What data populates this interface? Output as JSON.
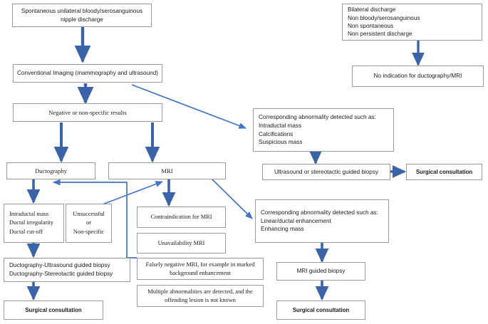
{
  "diagram": {
    "title": "Nipple discharge imaging workup flowchart",
    "colors": {
      "arrow": "#4472C4",
      "arrow_dark": "#3A63A8",
      "box_border": "#9a9a9a",
      "background": "#ffffff",
      "text": "#1a1a1a"
    }
  },
  "nodes": {
    "spontaneous_discharge": {
      "lines": [
        "Spontaneous unilateral bloody/serosanguinous",
        "nipple discharge"
      ]
    },
    "bilateral_discharge": {
      "lines": [
        "Bilateral discharge",
        "Non bloody/serosanguinous",
        "Non spontaneous",
        "Non persistent discharge"
      ]
    },
    "conventional_imaging": {
      "lines": [
        "Conventional Imaging (mammography and ultrasound)"
      ]
    },
    "no_indication": {
      "lines": [
        "No indication for ductography/MRI"
      ]
    },
    "negative_results": {
      "lines": [
        "Negative or non-specific results"
      ]
    },
    "corresponding_abnormality_conventional": {
      "lines": [
        "Corresponding abnormality detected such as:",
        "Intraductal mass",
        "Calcifications",
        "Suspicious mass"
      ]
    },
    "ductography": {
      "lines": [
        "Ductography"
      ]
    },
    "mri": {
      "lines": [
        "MRI"
      ]
    },
    "us_stereotactic_biopsy": {
      "lines": [
        "Ultrasound or stereotactic guided biopsy"
      ]
    },
    "surgical_consultation_right_top": {
      "lines": [
        "Surgical consultation"
      ]
    },
    "intraductal_findings": {
      "lines": [
        "Intraductal mass",
        "Ductal irregularity",
        "Ductal cut-off"
      ]
    },
    "unsuccessful": {
      "lines": [
        "Unsuccessful",
        "or",
        "Non-specific"
      ]
    },
    "contraindication_mri": {
      "lines": [
        "Contraindication for MRI"
      ]
    },
    "unavailability_mri": {
      "lines": [
        "Unavailability MRI"
      ]
    },
    "falsely_negative_mri": {
      "lines": [
        "Falsely negative MRI, for example in marked",
        "background enhancement"
      ]
    },
    "multiple_abnormalities": {
      "lines": [
        "Multiple abnormalities are detected, and the",
        "offending lesion is not known"
      ]
    },
    "corresponding_abnormality_mri": {
      "lines": [
        "Corresponding abnormality detected such as:",
        "Linear/ductal enhancement",
        "Enhancing mass"
      ]
    },
    "ductography_guided_biopsy": {
      "lines": [
        "Ductography-Ultrasound guided biopsy",
        "Ductography-Stereotactic guided biopsy"
      ]
    },
    "mri_guided_biopsy": {
      "lines": [
        "MRI guided biopsy"
      ]
    },
    "surgical_consultation_left_bottom": {
      "lines": [
        "Surgical consultation"
      ]
    },
    "surgical_consultation_right_bottom": {
      "lines": [
        "Surgical consultation"
      ]
    }
  }
}
